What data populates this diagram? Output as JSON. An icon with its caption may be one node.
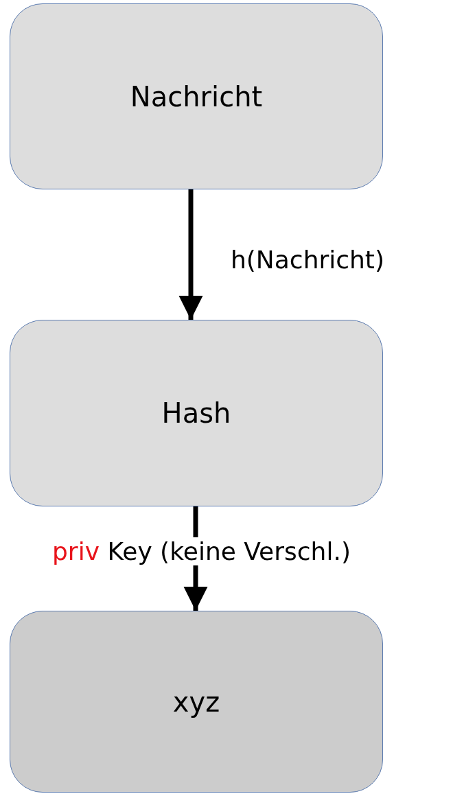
{
  "diagram": {
    "nodes": [
      {
        "text": [
          "Nachricht"
        ]
      },
      {
        "text": [
          "Hash"
        ]
      },
      {
        "text": [
          "xyz"
        ]
      }
    ],
    "edges": [
      {
        "from": 0,
        "to": 1,
        "arrow": "to",
        "label": "h(Nachricht)"
      },
      {
        "from": 1,
        "to": 2,
        "arrow": "to",
        "label": "priv Key (keine Verschl.)"
      }
    ]
  }
}
